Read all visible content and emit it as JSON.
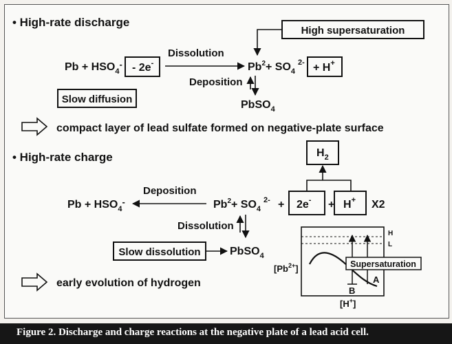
{
  "discharge": {
    "heading": "• High-rate discharge",
    "supersaturation_box": "High supersaturation",
    "pb_hso4": "Pb + HSO",
    "hso4_sub": "4",
    "hso4_minus": "-",
    "electrons_box": "- 2e",
    "electrons_sup": "-",
    "dissolution_label": "Dissolution",
    "pb_ion": "Pb",
    "pb_ion_sup": "2",
    "so4": "+ SO",
    "so4_sub": "4",
    "so4_sup": "2-",
    "proton_box": "+ H",
    "proton_sup": "+",
    "deposition_label": "Deposition",
    "pbso4": "PbSO",
    "pbso4_sub": "4",
    "slow_diffusion_box": "Slow diffusion",
    "result": "compact layer of lead sulfate formed on negative-plate surface"
  },
  "charge": {
    "heading": "• High-rate charge",
    "h2_box": "H",
    "h2_sub": "2",
    "deposition_label": "Deposition",
    "pb_hso4": "Pb + HSO",
    "hso4_sub": "4",
    "hso4_minus": "-",
    "pb_ion": "Pb",
    "pb_ion_sup": "2",
    "so4": "+ SO",
    "so4_sub": "4",
    "so4_sup": "2-",
    "plus1": "+",
    "electrons_box": "2e",
    "electrons_sup": "-",
    "plus2": "+",
    "proton_box": "H",
    "proton_sup": "+",
    "multiplier": "X2",
    "dissolution_label": "Dissolution",
    "slow_dissolution_box": "Slow dissolution",
    "pbso4": "PbSO",
    "pbso4_sub": "4",
    "result": "early evolution of hydrogen"
  },
  "inset": {
    "level_h": "H",
    "level_l": "L",
    "y_label": "[Pb",
    "y_label_sup": "2+",
    "y_label_end": "]",
    "supersaturation": "Supersaturation",
    "point_a": "A",
    "point_b": "B",
    "x_label": "[H",
    "x_label_sup": "+",
    "x_label_end": "]"
  },
  "caption": "Figure 2. Discharge and charge reactions at the negative plate of  a lead acid cell."
}
